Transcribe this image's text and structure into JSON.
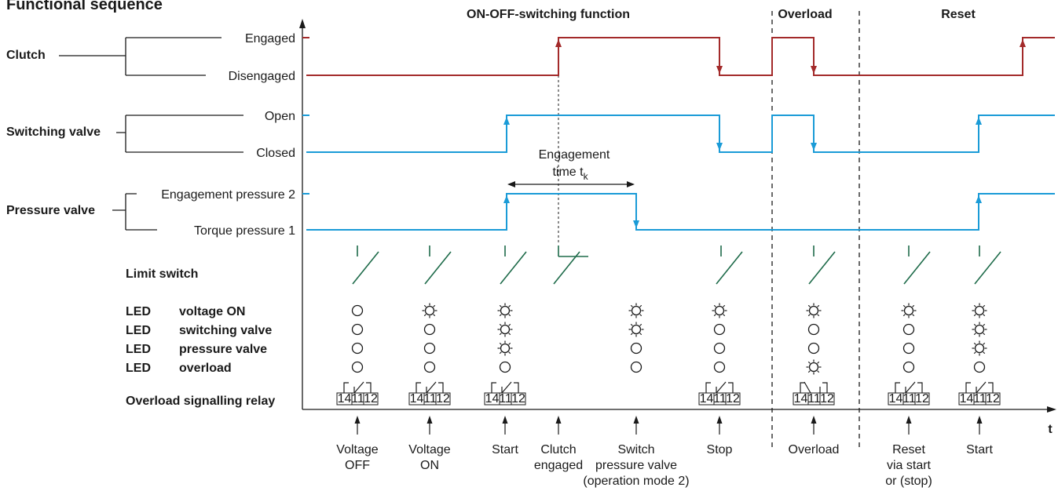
{
  "title": "Functional sequence",
  "phases": [
    "ON-OFF-switching function",
    "Overload",
    "Reset"
  ],
  "signals": {
    "clutch": {
      "label": "Clutch",
      "high": "Engaged",
      "low": "Disengaged"
    },
    "switching_valve": {
      "label": "Switching valve",
      "high": "Open",
      "low": "Closed"
    },
    "pressure_valve": {
      "label": "Pressure valve",
      "high": "Engagement pressure 2",
      "low": "Torque pressure 1"
    }
  },
  "engagement_time": {
    "line1": "Engagement",
    "line2": "time t",
    "sub": "k"
  },
  "limit_switch_label": "Limit switch",
  "led_prefix": "LED",
  "led_rows": [
    "voltage ON",
    "switching valve",
    "pressure valve",
    "overload"
  ],
  "relay_label": "Overload signalling relay",
  "relay_terminals": [
    "14",
    "11",
    "12"
  ],
  "axis_label": "t",
  "events": [
    {
      "lines": [
        "Voltage",
        "OFF"
      ]
    },
    {
      "lines": [
        "Voltage",
        "ON"
      ]
    },
    {
      "lines": [
        "Start"
      ]
    },
    {
      "lines": [
        "Clutch",
        "engaged"
      ]
    },
    {
      "lines": [
        "Switch",
        "pressure valve",
        "(operation mode 2)"
      ]
    },
    {
      "lines": [
        "Stop"
      ]
    },
    {
      "lines": [
        "Overload"
      ]
    },
    {
      "lines": [
        "Reset",
        "via start",
        "or (stop)"
      ]
    },
    {
      "lines": [
        "Start"
      ]
    }
  ],
  "led_states": [
    [
      0,
      0,
      0,
      0
    ],
    [
      1,
      0,
      0,
      0
    ],
    [
      1,
      1,
      1,
      0
    ],
    null,
    [
      1,
      1,
      0,
      0
    ],
    [
      1,
      0,
      0,
      0
    ],
    [
      1,
      0,
      0,
      1
    ],
    [
      1,
      0,
      0,
      0
    ],
    [
      1,
      1,
      1,
      0
    ]
  ],
  "colors": {
    "clutch": "#a32a2a",
    "valves": "#1a9bd7",
    "limit_switch": "#1e6b4a",
    "text": "#1a1a1a"
  }
}
